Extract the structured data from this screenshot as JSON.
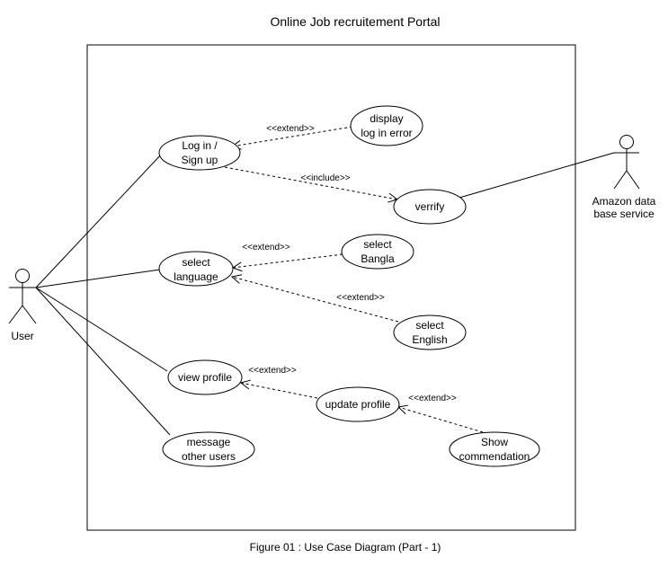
{
  "title": "Online Job recruitement Portal",
  "caption": "Figure 01 : Use Case Diagram (Part - 1)",
  "actors": {
    "user": "User",
    "amazon_line1": "Amazon data",
    "amazon_line2": "base service"
  },
  "use_cases": {
    "login": [
      "Log in /",
      "Sign up"
    ],
    "display_error": [
      "display",
      "log in error"
    ],
    "verify": [
      "verrify"
    ],
    "select_language": [
      "select",
      "language"
    ],
    "select_bangla": [
      "select",
      "Bangla"
    ],
    "select_english": [
      "select",
      "English"
    ],
    "view_profile": [
      "view profile"
    ],
    "update_profile": [
      "update profile"
    ],
    "show_commendation": [
      "Show",
      "commendation"
    ],
    "message_users": [
      "message",
      "other users"
    ]
  },
  "relations": {
    "extend": "<<extend>>",
    "include": "<<include>>"
  }
}
